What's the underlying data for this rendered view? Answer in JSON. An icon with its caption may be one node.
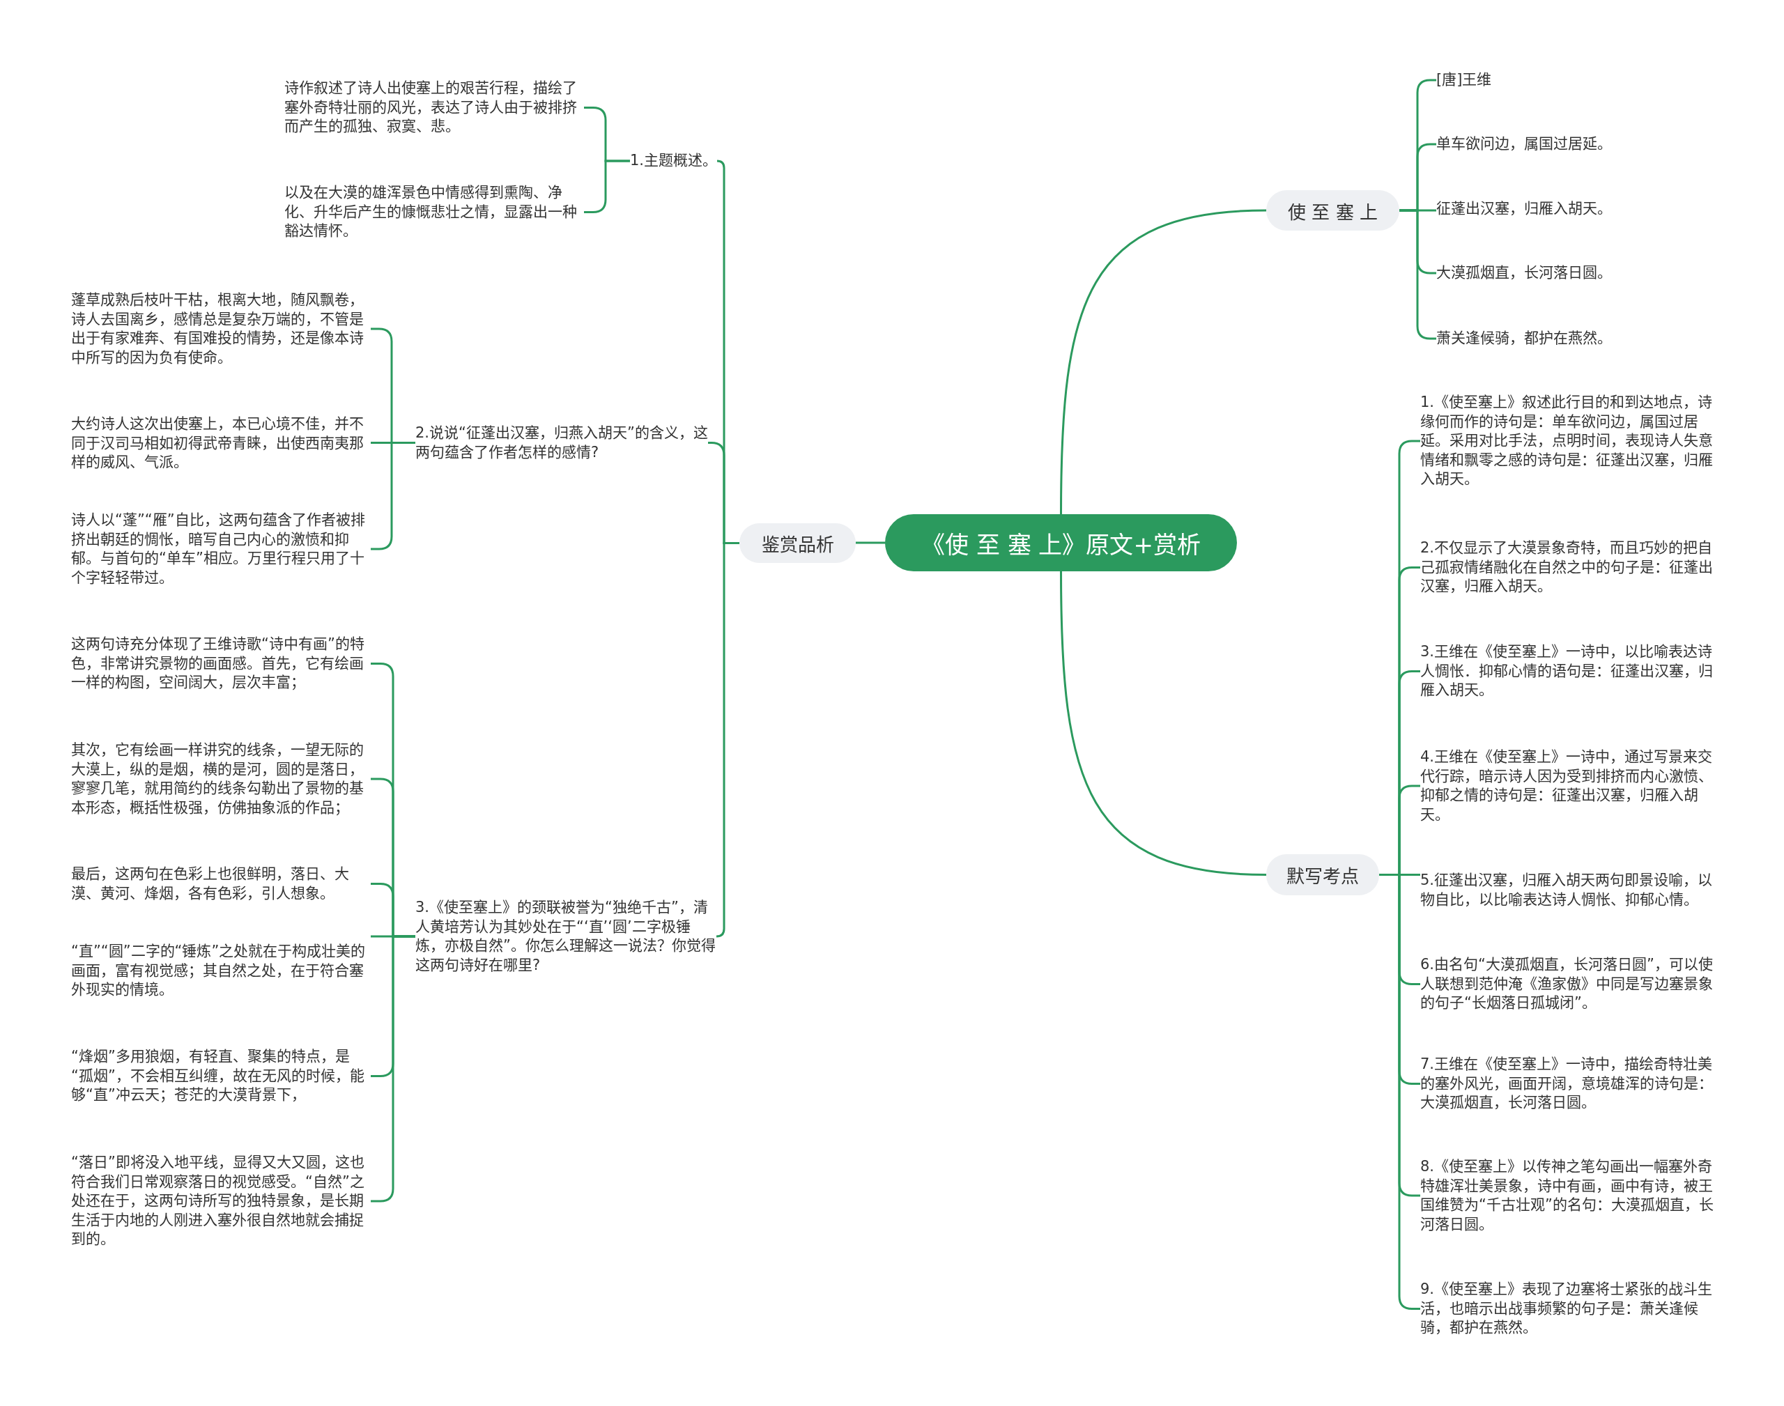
{
  "diagram": {
    "nodes": [
      {
        "text": [
          "《使 至 塞 上》原文+赏析"
        ]
      },
      {
        "text": [
          "鉴赏品析"
        ]
      },
      {
        "text": [
          "1.主题概述。"
        ]
      },
      {
        "text": [
          "诗作叙述了诗人出使塞上的艰苦行程，描绘了塞外奇特壮丽的风光，表达了诗人由于被排挤而产生的孤独、寂寞、悲。"
        ]
      },
      {
        "text": [
          "以及在大漠的雄浑景色中情感得到熏陶、净化、升华后产生的慷慨悲壮之情，显露出一种豁达情怀。"
        ]
      },
      {
        "text": [
          "2.说说“征蓬出汉塞，归燕入胡天”的含义，这两句蕴含了作者怎样的感情?"
        ]
      },
      {
        "text": [
          "蓬草成熟后枝叶干枯，根离大地，随风飘卷，诗人去国离乡，感情总是复杂万端的，不管是出于有家难奔、有国难投的情势，还是像本诗中所写的因为负有使命。"
        ]
      },
      {
        "text": [
          "大约诗人这次出使塞上，本已心境不佳，并不同于汉司马相如初得武帝青睐，出使西南夷那样的威风、气派。"
        ]
      },
      {
        "text": [
          "诗人以“蓬”“雁”自比，这两句蕴含了作者被排挤出朝廷的惆怅，暗写自己内心的激愤和抑郁。与首句的“单车”相应。万里行程只用了十个字轻轻带过。"
        ]
      },
      {
        "text": [
          "3.《使至塞上》的颈联被誉为“独绝千古”，清人黄培芳认为其妙处在于“‘直’‘圆’二字极锤炼，亦极自然”。你怎么理解这一说法？你觉得这两句诗好在哪里?"
        ]
      },
      {
        "text": [
          "这两句诗充分体现了王维诗歌“诗中有画”的特色，非常讲究景物的画面感。首先，它有绘画一样的构图，空间阔大，层次丰富；"
        ]
      },
      {
        "text": [
          "其次，它有绘画一样讲究的线条，一望无际的大漠上，纵的是烟，横的是河，圆的是落日，寥寥几笔，就用简约的线条勾勒出了景物的基本形态，概括性极强，仿佛抽象派的作品；"
        ]
      },
      {
        "text": [
          "最后，这两句在色彩上也很鲜明，落日、大漠、黄河、烽烟，各有色彩，引人想象。"
        ]
      },
      {
        "text": [
          "“直”“圆”二字的“锤炼”之处就在于构成壮美的画面，富有视觉感；其自然之处，在于符合塞外现实的情境。"
        ]
      },
      {
        "text": [
          "“烽烟”多用狼烟，有轻直、聚集的特点，是“孤烟”，不会相互纠缠，故在无风的时候，能够“直”冲云天；苍茫的大漠背景下，"
        ]
      },
      {
        "text": [
          "“落日”即将没入地平线，显得又大又圆，这也符合我们日常观察落日的视觉感受。“自然”之处还在于，这两句诗所写的独特景象，是长期生活于内地的人刚进入塞外很自然地就会捕捉到的。"
        ]
      },
      {
        "text": [
          "使 至 塞 上"
        ]
      },
      {
        "text": [
          "[唐]王维"
        ]
      },
      {
        "text": [
          "单车欲问边，属国过居延。"
        ]
      },
      {
        "text": [
          "征蓬出汉塞，归雁入胡天。"
        ]
      },
      {
        "text": [
          "大漠孤烟直，长河落日圆。"
        ]
      },
      {
        "text": [
          "萧关逢候骑，都护在燕然。"
        ]
      },
      {
        "text": [
          "默写考点"
        ]
      },
      {
        "text": [
          "1.《使至塞上》叙述此行目的和到达地点，诗缘何而作的诗句是：单车欲问边，属国过居延。采用对比手法，点明时间，表现诗人失意情绪和飘零之感的诗句是：征蓬出汉塞，归雁入胡天。"
        ]
      },
      {
        "text": [
          "2.不仅显示了大漠景象奇特，而且巧妙的把自己孤寂情绪融化在自然之中的句子是：征蓬出汉塞，归雁入胡天。"
        ]
      },
      {
        "text": [
          "3.王维在《使至塞上》一诗中，以比喻表达诗人惆怅．抑郁心情的语句是：征蓬出汉塞，归雁入胡天。"
        ]
      },
      {
        "text": [
          "4.王维在《使至塞上》一诗中，通过写景来交代行踪，暗示诗人因为受到排挤而内心激愤、抑郁之情的诗句是：征蓬出汉塞，归雁入胡天。"
        ]
      },
      {
        "text": [
          "5.征蓬出汉塞，归雁入胡天两句即景设喻，以物自比，以比喻表达诗人惆怅、抑郁心情。"
        ]
      },
      {
        "text": [
          "6.由名句“大漠孤烟直，长河落日圆”，可以使人联想到范仲淹《渔家傲》中同是写边塞景象的句子“长烟落日孤城闭”。"
        ]
      },
      {
        "text": [
          "7.王维在《使至塞上》一诗中，描绘奇特壮美的塞外风光，画面开阔，意境雄浑的诗句是：大漠孤烟直，长河落日圆。"
        ]
      },
      {
        "text": [
          "8.《使至塞上》以传神之笔勾画出一幅塞外奇特雄浑壮美景象，诗中有画，画中有诗，被王国维赞为“千古壮观”的名句：大漠孤烟直，长河落日圆。"
        ]
      },
      {
        "text": [
          "9.《使至塞上》表现了边塞将士紧张的战斗生活，也暗示出战事频繁的句子是：萧关逢候骑，都护在燕然。"
        ]
      }
    ],
    "edges": [
      {
        "from": 0,
        "to": 1,
        "arrow": "none"
      },
      {
        "from": 1,
        "to": 2,
        "arrow": "none"
      },
      {
        "from": 2,
        "to": 3,
        "arrow": "none"
      },
      {
        "from": 2,
        "to": 4,
        "arrow": "none"
      },
      {
        "from": 1,
        "to": 5,
        "arrow": "none"
      },
      {
        "from": 5,
        "to": 6,
        "arrow": "none"
      },
      {
        "from": 5,
        "to": 7,
        "arrow": "none"
      },
      {
        "from": 5,
        "to": 8,
        "arrow": "none"
      },
      {
        "from": 1,
        "to": 9,
        "arrow": "none"
      },
      {
        "from": 9,
        "to": 10,
        "arrow": "none"
      },
      {
        "from": 9,
        "to": 11,
        "arrow": "none"
      },
      {
        "from": 9,
        "to": 12,
        "arrow": "none"
      },
      {
        "from": 9,
        "to": 13,
        "arrow": "none"
      },
      {
        "from": 9,
        "to": 14,
        "arrow": "none"
      },
      {
        "from": 9,
        "to": 15,
        "arrow": "none"
      },
      {
        "from": 0,
        "to": 16,
        "arrow": "none"
      },
      {
        "from": 16,
        "to": 17,
        "arrow": "none"
      },
      {
        "from": 16,
        "to": 18,
        "arrow": "none"
      },
      {
        "from": 16,
        "to": 19,
        "arrow": "none"
      },
      {
        "from": 16,
        "to": 20,
        "arrow": "none"
      },
      {
        "from": 16,
        "to": 21,
        "arrow": "none"
      },
      {
        "from": 0,
        "to": 22,
        "arrow": "none"
      },
      {
        "from": 22,
        "to": 23,
        "arrow": "none"
      },
      {
        "from": 22,
        "to": 24,
        "arrow": "none"
      },
      {
        "from": 22,
        "to": 25,
        "arrow": "none"
      },
      {
        "from": 22,
        "to": 26,
        "arrow": "none"
      },
      {
        "from": 22,
        "to": 27,
        "arrow": "none"
      },
      {
        "from": 22,
        "to": 28,
        "arrow": "none"
      },
      {
        "from": 22,
        "to": 29,
        "arrow": "none"
      },
      {
        "from": 22,
        "to": 30,
        "arrow": "none"
      },
      {
        "from": 22,
        "to": 31,
        "arrow": "none"
      }
    ]
  }
}
